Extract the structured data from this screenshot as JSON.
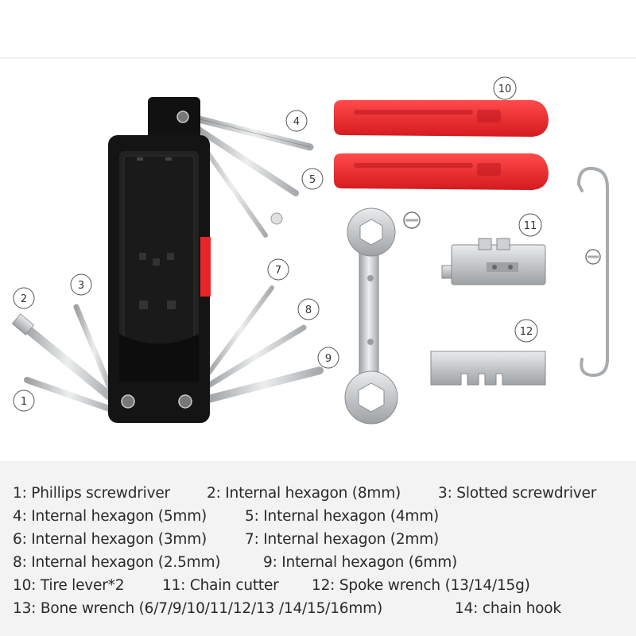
{
  "callouts": [
    {
      "number": "1"
    },
    {
      "number": "2"
    },
    {
      "number": "3"
    },
    {
      "number": "4"
    },
    {
      "number": "5"
    },
    {
      "number": "7"
    },
    {
      "number": "8"
    },
    {
      "number": "9"
    },
    {
      "number": "10"
    },
    {
      "number": "11"
    },
    {
      "number": "12"
    }
  ],
  "legend": [
    [
      "1: Phillips screwdriver",
      "2: Internal hexagon (8mm)",
      "3: Slotted screwdriver"
    ],
    [
      "4: Internal hexagon (5mm)",
      "5: Internal hexagon (4mm)"
    ],
    [
      "6: Internal hexagon (3mm)",
      "7: Internal hexagon (2mm)"
    ],
    [
      "8: Internal hexagon (2.5mm)",
      "9: Internal hexagon (6mm)"
    ],
    [
      "10: Tire lever*2",
      "11: Chain cutter",
      "12: Spoke wrench (13/14/15g)"
    ],
    [
      "13: Bone wrench (6/7/9/10/11/12/13 /14/15/16mm)",
      "14: chain hook"
    ]
  ],
  "colors": {
    "tool_body": "#141414",
    "tire_lever": "#e8262a",
    "steel": "#c4c6c8",
    "legend_bg": "#f3f3f3",
    "callout_line": "#555555"
  },
  "icons": [
    "multi-tool-body",
    "hex-key",
    "screwdriver-bit",
    "tire-lever",
    "chain-cutter",
    "spoke-wrench",
    "bone-wrench",
    "chain-hook"
  ]
}
